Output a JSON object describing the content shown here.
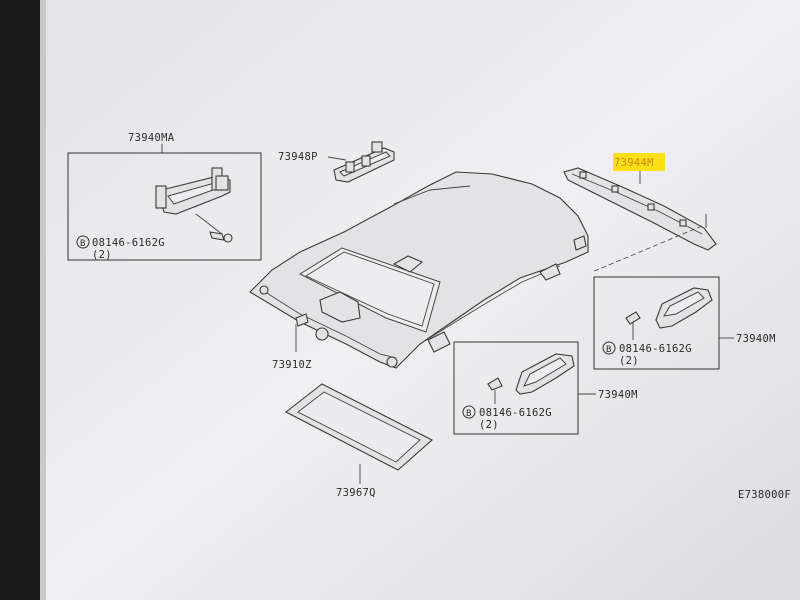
{
  "callouts": {
    "roof_assist_grip_ma": "73940MA",
    "bracket": "73948P",
    "highlighted_part": "73944M",
    "headlining": "73910Z",
    "assist_grip_right": "73940M",
    "assist_grip_center": "73940M",
    "sunroof_seal": "73967Q"
  },
  "bolts": {
    "box_left": {
      "symbol": "B",
      "part": "08146-6162G",
      "qty": "(2)"
    },
    "box_right": {
      "symbol": "B",
      "part": "08146-6162G",
      "qty": "(2)"
    },
    "box_center": {
      "symbol": "B",
      "part": "08146-6162G",
      "qty": "(2)"
    }
  },
  "diagram_code": "E738000F",
  "colors": {
    "highlight": "#ffe016",
    "paper": "#ececef",
    "ink": "#333333",
    "monitor_bezel": "#1c1c1c"
  }
}
